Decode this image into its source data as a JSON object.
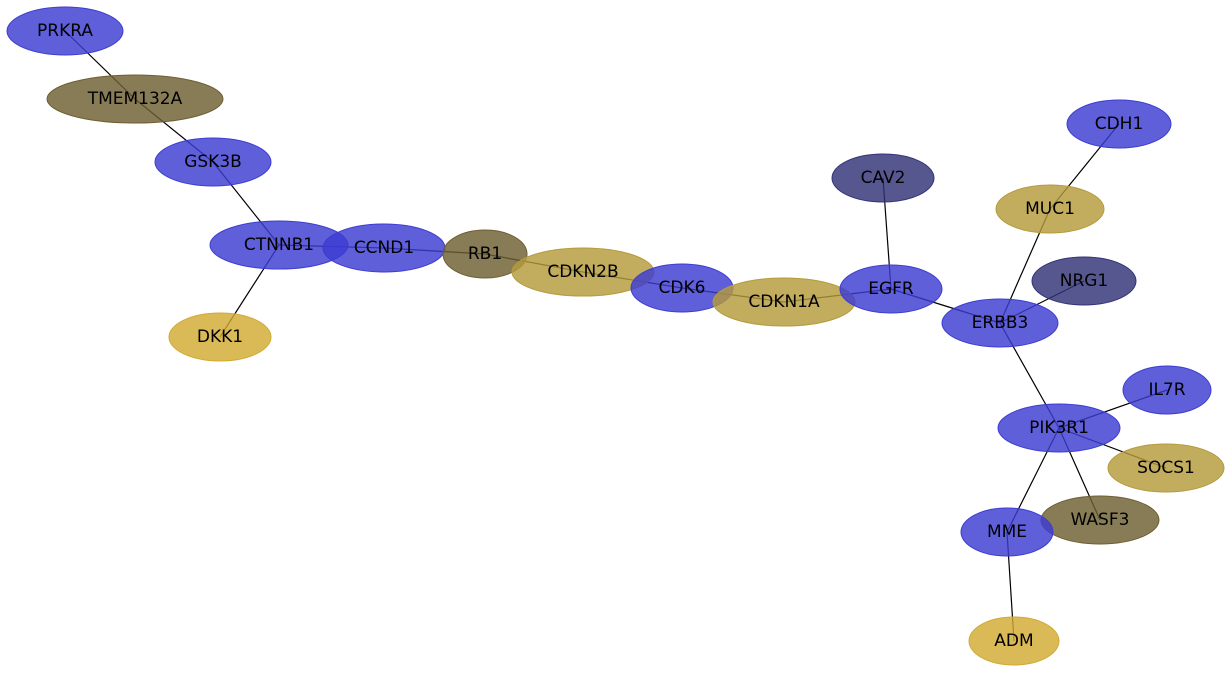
{
  "colors": {
    "blue": "#3c3cd2",
    "navy": "#323278",
    "olive_brown": "#6e5f32",
    "gold": "#b49b3c",
    "yellow": "#d2aa32"
  },
  "nodes": [
    {
      "id": "PRKRA",
      "label": "PRKRA",
      "color": "blue"
    },
    {
      "id": "TMEM132A",
      "label": "TMEM132A",
      "color": "olive_brown"
    },
    {
      "id": "GSK3B",
      "label": "GSK3B",
      "color": "blue"
    },
    {
      "id": "CTNNB1",
      "label": "CTNNB1",
      "color": "blue"
    },
    {
      "id": "DKK1",
      "label": "DKK1",
      "color": "yellow"
    },
    {
      "id": "CCND1",
      "label": "CCND1",
      "color": "blue"
    },
    {
      "id": "RB1",
      "label": "RB1",
      "color": "olive_brown"
    },
    {
      "id": "CDKN2B",
      "label": "CDKN2B",
      "color": "gold"
    },
    {
      "id": "CDK6",
      "label": "CDK6",
      "color": "blue"
    },
    {
      "id": "CDKN1A",
      "label": "CDKN1A",
      "color": "gold"
    },
    {
      "id": "EGFR",
      "label": "EGFR",
      "color": "blue"
    },
    {
      "id": "CAV2",
      "label": "CAV2",
      "color": "navy"
    },
    {
      "id": "ERBB3",
      "label": "ERBB3",
      "color": "blue"
    },
    {
      "id": "MUC1",
      "label": "MUC1",
      "color": "gold"
    },
    {
      "id": "CDH1",
      "label": "CDH1",
      "color": "blue"
    },
    {
      "id": "NRG1",
      "label": "NRG1",
      "color": "navy"
    },
    {
      "id": "PIK3R1",
      "label": "PIK3R1",
      "color": "blue"
    },
    {
      "id": "IL7R",
      "label": "IL7R",
      "color": "blue"
    },
    {
      "id": "SOCS1",
      "label": "SOCS1",
      "color": "gold"
    },
    {
      "id": "WASF3",
      "label": "WASF3",
      "color": "olive_brown"
    },
    {
      "id": "MME",
      "label": "MME",
      "color": "blue"
    },
    {
      "id": "ADM",
      "label": "ADM",
      "color": "yellow"
    }
  ],
  "edges": [
    [
      "PRKRA",
      "TMEM132A"
    ],
    [
      "TMEM132A",
      "GSK3B"
    ],
    [
      "GSK3B",
      "CTNNB1"
    ],
    [
      "CTNNB1",
      "DKK1"
    ],
    [
      "CTNNB1",
      "CCND1"
    ],
    [
      "CCND1",
      "RB1"
    ],
    [
      "RB1",
      "CDKN2B"
    ],
    [
      "CDKN2B",
      "CDK6"
    ],
    [
      "CDK6",
      "CDKN1A"
    ],
    [
      "CDKN1A",
      "EGFR"
    ],
    [
      "EGFR",
      "CAV2"
    ],
    [
      "EGFR",
      "ERBB3"
    ],
    [
      "ERBB3",
      "MUC1"
    ],
    [
      "MUC1",
      "CDH1"
    ],
    [
      "ERBB3",
      "NRG1"
    ],
    [
      "ERBB3",
      "PIK3R1"
    ],
    [
      "PIK3R1",
      "IL7R"
    ],
    [
      "PIK3R1",
      "SOCS1"
    ],
    [
      "PIK3R1",
      "WASF3"
    ],
    [
      "PIK3R1",
      "MME"
    ],
    [
      "MME",
      "ADM"
    ]
  ]
}
